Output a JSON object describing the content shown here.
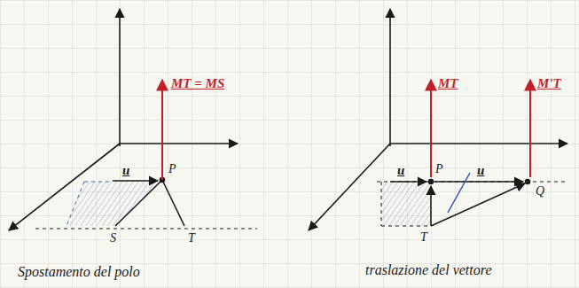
{
  "diagram": {
    "labels": [
      "MT = MS",
      "u",
      "P",
      "S",
      "T",
      "Spostamento del polo",
      "MT",
      "M'T",
      "u",
      "P",
      "u",
      "Q",
      "T",
      "traslazione del vettore"
    ]
  }
}
